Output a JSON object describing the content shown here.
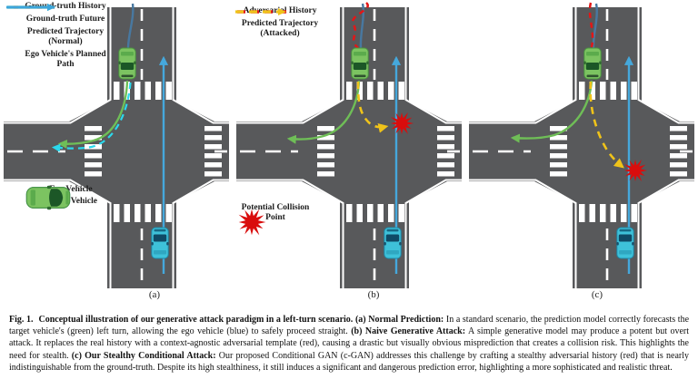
{
  "colors": {
    "road": "#58595B",
    "lane_marking": "#FFFFFF",
    "ground_truth_history": "#4878A0",
    "ground_truth_future": "#6FBE57",
    "predicted_normal": "#2BD8EC",
    "ego_planned_path": "#45A8DC",
    "adversarial_history": "#E21717",
    "predicted_attacked": "#EFC31A",
    "collision": "#D90D0D",
    "target_vehicle": "#7CC361",
    "ego_vehicle": "#3EC1D9"
  },
  "panels": {
    "a": {
      "label": "(a)",
      "legend": [
        {
          "line1": "Ground-truth History"
        },
        {
          "line1": "Ground-truth Future"
        },
        {
          "line1": "Predicted Trajectory",
          "line2": "(Normal)"
        },
        {
          "line1": "Ego Vehicle's Planned",
          "line2": "Path"
        }
      ],
      "vehicle_key": {
        "ego": "Ego Vehicle",
        "target": "Target Vehicle"
      }
    },
    "b": {
      "label": "(b)",
      "legend": [
        {
          "line1": "Adversarial History"
        },
        {
          "line1": "Predicted Trajectory",
          "line2": "(Attacked)"
        }
      ],
      "collision_key": {
        "line1": "Potential Collision",
        "line2": "Point"
      }
    },
    "c": {
      "label": "(c)"
    }
  },
  "caption": {
    "segments": [
      {
        "text": "Fig. 1.",
        "bold": true
      },
      {
        "text": "Conceptual illustration of our generative attack paradigm in a left-turn scenario.",
        "bold": true
      },
      {
        "text": "(a) Normal Prediction:",
        "bold": true
      },
      {
        "text": "In a standard scenario, the prediction model correctly forecasts the target vehicle's (green) left turn, allowing the ego vehicle (blue) to safely proceed straight.",
        "bold": false
      },
      {
        "text": "(b) Naive Generative Attack:",
        "bold": true
      },
      {
        "text": "A simple generative model may produce a potent but overt attack. It replaces the real history with a context-agnostic adversarial template (red), causing a drastic but visually obvious misprediction that creates a collision risk. This highlights the need for stealth.",
        "bold": false
      },
      {
        "text": "(c) Our Stealthy Conditional Attack:",
        "bold": true
      },
      {
        "text": "Our proposed Conditional GAN (c-GAN) addresses this challenge by crafting a stealthy adversarial history (red) that is nearly indistinguishable from the ground-truth. Despite its high stealthiness, it still induces a significant and dangerous prediction error, highlighting a more sophisticated and realistic threat.",
        "bold": false
      }
    ]
  }
}
